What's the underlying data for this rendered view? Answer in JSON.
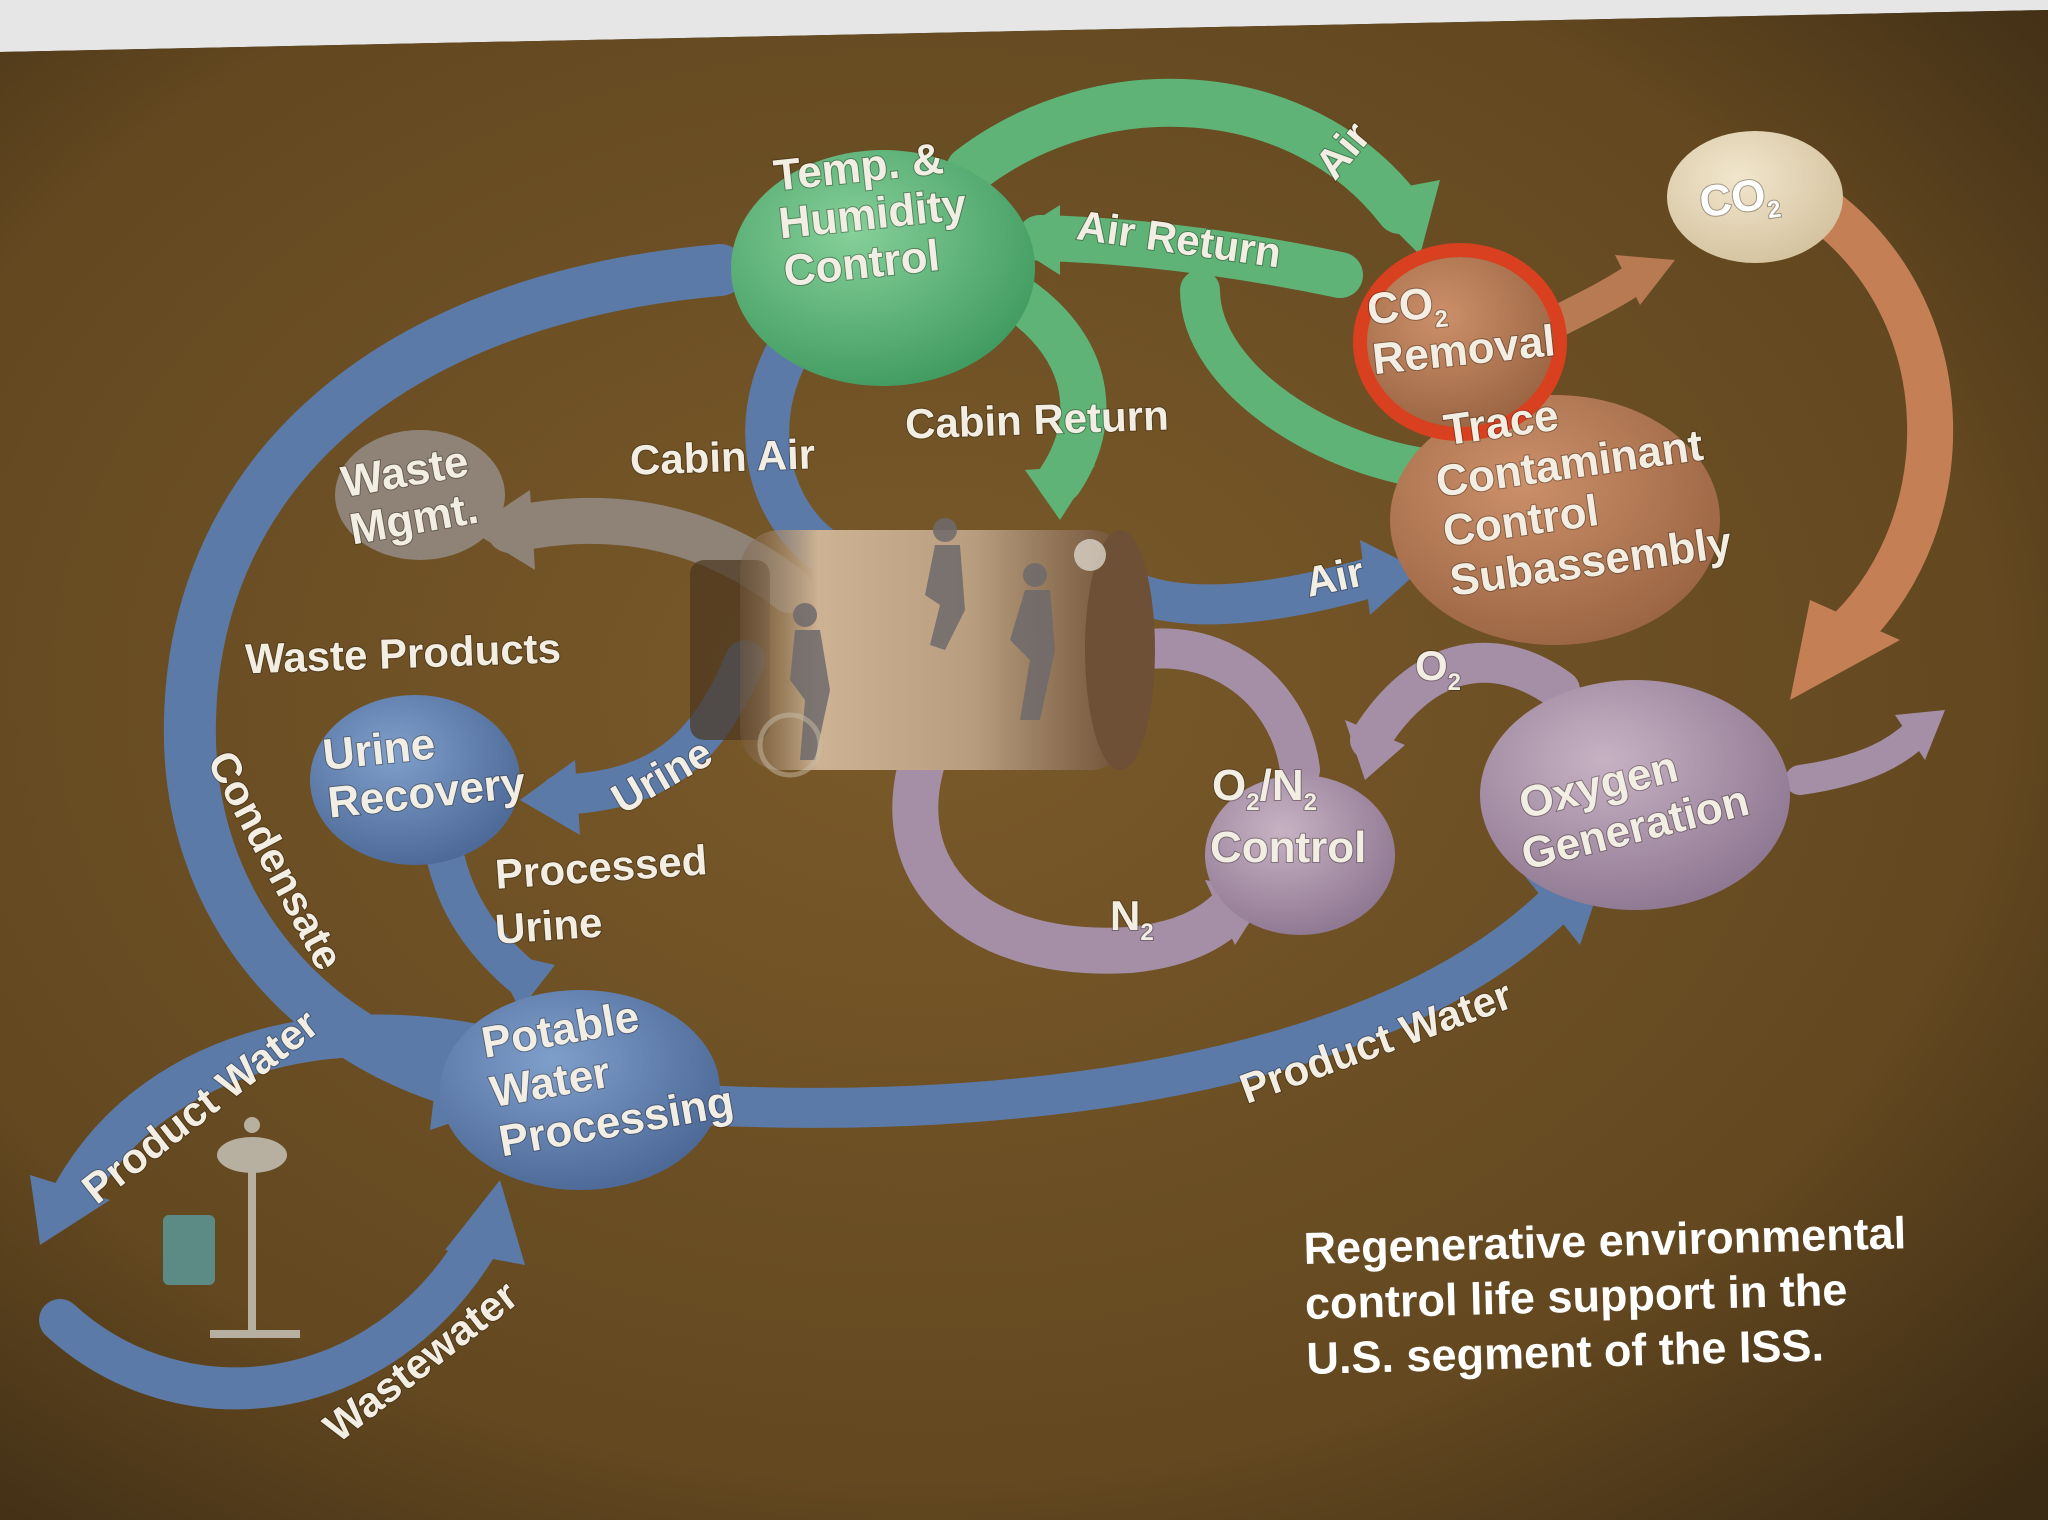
{
  "colors": {
    "background": "#6b4e23",
    "air_green": "#5fb377",
    "co2_tan": "#b87a52",
    "water_blue": "#5c7aa8",
    "o2_lavender": "#a58fa6",
    "waste_grey": "#8f8377",
    "highlight_red": "#d8401f",
    "label_white": "#f3eee4"
  },
  "nodes": {
    "temp_humidity": {
      "lines": [
        "Temp. &",
        "Humidity",
        "Control"
      ]
    },
    "co2_removal": {
      "co": "CO",
      "sub": "2",
      "line2": "Removal"
    },
    "co2": {
      "co": "CO",
      "sub": "2"
    },
    "trace_contaminant": {
      "lines": [
        "Trace",
        "Contaminant",
        "Control",
        "Subassembly"
      ]
    },
    "waste_mgmt": {
      "lines": [
        "Waste",
        "Mgmt."
      ]
    },
    "urine_recovery": {
      "lines": [
        "Urine",
        "Recovery"
      ]
    },
    "o2n2_control": {
      "o": "O",
      "sub1": "2",
      "slash": "/N",
      "sub2": "2",
      "line2": "Control"
    },
    "oxygen_generation": {
      "lines": [
        "Oxygen",
        "Generation"
      ]
    },
    "potable_water": {
      "lines": [
        "Potable",
        "Water",
        "Processing"
      ]
    }
  },
  "flows": {
    "air_top": "Air",
    "air_return": "Air Return",
    "cabin_return": "Cabin Return",
    "cabin_air": "Cabin Air",
    "air_to_trace": "Air",
    "waste_products": "Waste Products",
    "urine": "Urine",
    "processed_urine": [
      "Processed",
      "Urine"
    ],
    "condensate": "Condensate",
    "product_water_left": "Product Water",
    "product_water_right": "Product Water",
    "wastewater": "Wastewater",
    "o2_flow": {
      "o": "O",
      "sub": "2"
    },
    "n2_flow": {
      "n": "N",
      "sub": "2"
    }
  },
  "caption": [
    "Regenerative environmental",
    "control life support in the",
    "U.S. segment of the ISS."
  ]
}
